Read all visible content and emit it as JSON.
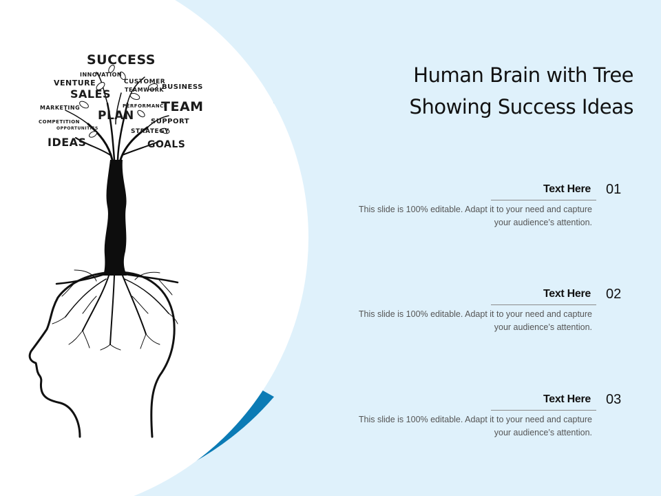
{
  "title": {
    "line1": "Human Brain with Tree",
    "line2": "Showing Success Ideas"
  },
  "items": [
    {
      "heading": "Text Here",
      "number": "01",
      "body": "This slide is 100% editable. Adapt it to your need and capture your audience’s attention."
    },
    {
      "heading": "Text Here",
      "number": "02",
      "body": "This slide is 100% editable. Adapt it to your need and capture your audience’s attention."
    },
    {
      "heading": "Text Here",
      "number": "03",
      "body": "This slide is 100% editable. Adapt it to your need and capture your audience’s attention."
    }
  ],
  "tree_words": {
    "success": "SUCCESS",
    "innovation": "INNOVATION",
    "venture": "VENTURE",
    "customer": "CUSTOMER",
    "teamwork": "TEAMWORK",
    "business": "BUSINESS",
    "sales": "SALES",
    "marketing": "MARKETING",
    "performance": "PERFORMANCE",
    "team": "TEAM",
    "plan": "PLAN",
    "competition": "COMPETITION",
    "opportunities": "OPPORTUNITIES",
    "support": "SUPPORT",
    "strategy": "STRATEGY",
    "ideas": "IDEAS",
    "goals": "GOALS"
  },
  "colors": {
    "background_panel": "#dff1fb",
    "accent_arc": "#0b7bb5",
    "ink": "#111111",
    "body_text": "#555555"
  },
  "icons": [
    "human-head-silhouette",
    "tree-with-roots-illustration"
  ]
}
